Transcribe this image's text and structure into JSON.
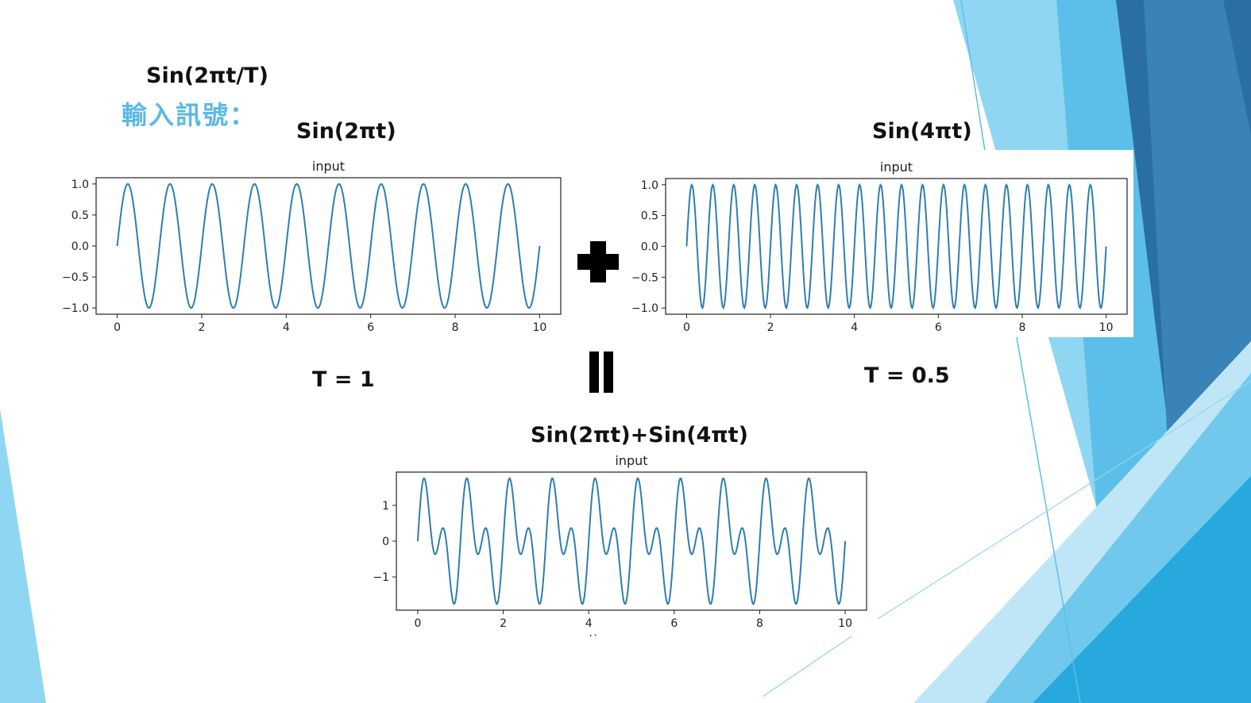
{
  "slide": {
    "formula": "Sin(2πt/T)",
    "subtitle": "輸入訊號：",
    "left_heading": "Sin(2πt)",
    "right_heading": "Sin(4πt)",
    "bottom_heading": "Sin(2πt)+Sin(4πt)",
    "left_period": "T = 1",
    "right_period": "T = 0.5",
    "plus_symbol": "plus",
    "equals_symbol": "equals"
  },
  "colors": {
    "line": "#2e7fb0",
    "heading_text": "#111111",
    "subtitle_text": "#5cb8e6",
    "decor_light": "#8fd6f2",
    "decor_mid": "#3aaee0",
    "decor_dark": "#2a6fa4"
  },
  "chart_data": [
    {
      "type": "line",
      "title": "input",
      "formula": "sin(2*pi*t)",
      "series": [
        {
          "x_range": [
            0,
            10
          ],
          "frequency": 1,
          "amplitude": 1,
          "samples": 500
        }
      ],
      "xlim": [
        -0.5,
        10.5
      ],
      "ylim": [
        -1.1,
        1.1
      ],
      "xticks": [
        0,
        2,
        4,
        6,
        8,
        10
      ],
      "yticks": [
        1.0,
        0.5,
        0.0,
        -0.5,
        -1.0
      ],
      "ytick_labels": [
        "1.0",
        "0.5",
        "0.0",
        "−0.5",
        "−1.0"
      ],
      "xlabel": "",
      "ylabel": "",
      "grid": false
    },
    {
      "type": "line",
      "title": "input",
      "formula": "sin(4*pi*t)",
      "series": [
        {
          "x_range": [
            0,
            10
          ],
          "frequency": 2,
          "amplitude": 1,
          "samples": 500
        }
      ],
      "xlim": [
        -0.5,
        10.5
      ],
      "ylim": [
        -1.1,
        1.1
      ],
      "xticks": [
        0,
        2,
        4,
        6,
        8,
        10
      ],
      "yticks": [
        1.0,
        0.5,
        0.0,
        -0.5,
        -1.0
      ],
      "ytick_labels": [
        "1.0",
        "0.5",
        "0.0",
        "−0.5",
        "−1.0"
      ],
      "xlabel": "",
      "ylabel": "",
      "grid": false
    },
    {
      "type": "line",
      "title": "input",
      "formula": "sin(2*pi*t)+sin(4*pi*t)",
      "series": [
        {
          "x_range": [
            0,
            10
          ],
          "frequencies": [
            1,
            2
          ],
          "amplitude": 1,
          "samples": 500
        }
      ],
      "xlim": [
        -0.5,
        10.5
      ],
      "ylim": [
        -1.93,
        1.93
      ],
      "xticks": [
        0,
        2,
        4,
        6,
        8,
        10
      ],
      "yticks": [
        1,
        0,
        -1
      ],
      "ytick_labels": [
        "1",
        "0",
        "−1"
      ],
      "xlabel": "time response",
      "ylabel": "",
      "grid": false
    }
  ]
}
